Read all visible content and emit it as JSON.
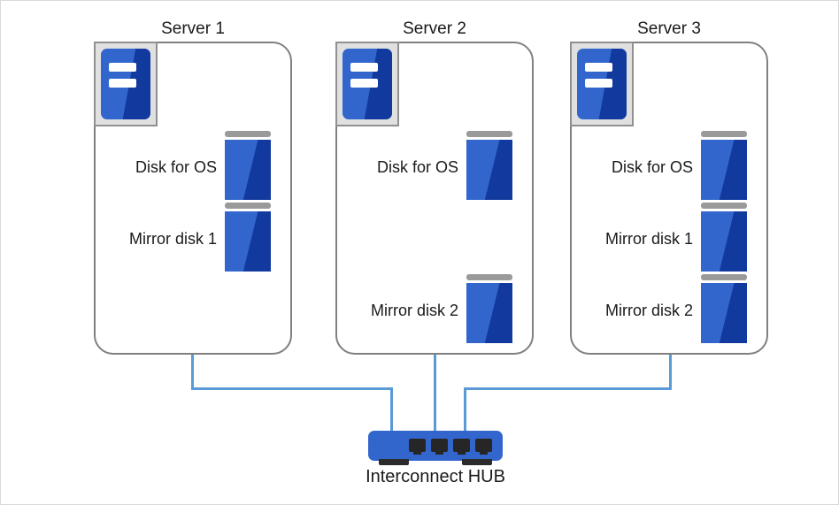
{
  "diagram": {
    "title_text": "",
    "colors": {
      "disk_light_blue": "#3366cc",
      "disk_dark_blue": "#123a9e",
      "disk_cap_gray": "#9a9a9a",
      "server_box_border": "#808080",
      "server_icon_bg": "#e0e0e0",
      "wire_blue": "#5b9bd5",
      "hub_blue": "#3366cc",
      "hub_port_dark": "#262626",
      "text": "#1a1a1a",
      "canvas_border": "#d9d9d9"
    },
    "servers": [
      {
        "title": "Server 1",
        "icon_name": "server-unit-icon",
        "disks": [
          {
            "label": "Disk for OS",
            "slot": 1
          },
          {
            "label": "Mirror disk 1",
            "slot": 2
          }
        ]
      },
      {
        "title": "Server 2",
        "icon_name": "server-unit-icon",
        "disks": [
          {
            "label": "Disk for OS",
            "slot": 1
          },
          {
            "label": "Mirror disk 2",
            "slot": 3
          }
        ]
      },
      {
        "title": "Server 3",
        "icon_name": "server-unit-icon",
        "disks": [
          {
            "label": "Disk for OS",
            "slot": 1
          },
          {
            "label": "Mirror disk 1",
            "slot": 2
          },
          {
            "label": "Mirror disk 2",
            "slot": 3
          }
        ]
      }
    ],
    "hub": {
      "label": "Interconnect HUB",
      "port_count": 4,
      "icon_name": "network-hub-icon"
    },
    "connections": [
      {
        "from": "Server 1",
        "to": "Interconnect HUB"
      },
      {
        "from": "Server 2",
        "to": "Interconnect HUB"
      },
      {
        "from": "Server 3",
        "to": "Interconnect HUB"
      }
    ]
  }
}
